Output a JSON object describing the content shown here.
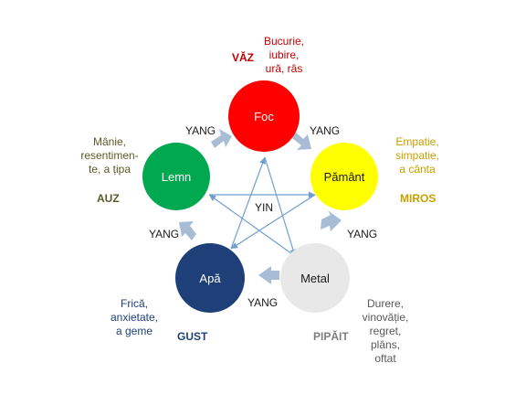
{
  "elements": {
    "fire": {
      "name": "Foc",
      "fill": "#ff0000",
      "text_color": "#ffffff"
    },
    "earth": {
      "name": "Pământ",
      "fill": "#ffff00",
      "text_color": "#1a1a1a"
    },
    "metal": {
      "name": "Metal",
      "fill": "#e8e8e8",
      "text_color": "#1a1a1a"
    },
    "water": {
      "name": "Apă",
      "fill": "#1f3f78",
      "text_color": "#ffffff"
    },
    "wood": {
      "name": "Lemn",
      "fill": "#00a84f",
      "text_color": "#ffffff"
    }
  },
  "senses": {
    "fire": {
      "label": "VĂZ",
      "color": "#c00000"
    },
    "earth": {
      "label": "MIROS",
      "color": "#c8a000"
    },
    "metal": {
      "label": "PIPĂIT",
      "color": "#7f7f7f"
    },
    "water": {
      "label": "GUST",
      "color": "#1f3f78"
    },
    "wood": {
      "label": "AUZ",
      "color": "#5a5a28"
    }
  },
  "emotions": {
    "fire": {
      "lines": [
        "Bucurie,",
        "iubire,",
        "ură, râs"
      ],
      "color": "#c00000"
    },
    "earth": {
      "lines": [
        "Empatie,",
        "simpatie,",
        "a cânta"
      ],
      "color": "#c8a000"
    },
    "metal": {
      "lines": [
        "Durere,",
        "vinovăție,",
        "regret,",
        "plâns,",
        "oftat"
      ],
      "color": "#595959"
    },
    "water": {
      "lines": [
        "Frică,",
        "anxietate,",
        "a geme"
      ],
      "color": "#1f3f78"
    },
    "wood": {
      "lines": [
        "Mânie,",
        "resentimen-",
        "te, a țipa"
      ],
      "color": "#5a5a28"
    }
  },
  "yang_labels": [
    "YANG",
    "YANG",
    "YANG",
    "YANG",
    "YANG"
  ],
  "yin_label": "YIN",
  "colors": {
    "arrow": "#a9bcd6",
    "star": "#6f9fd0"
  }
}
